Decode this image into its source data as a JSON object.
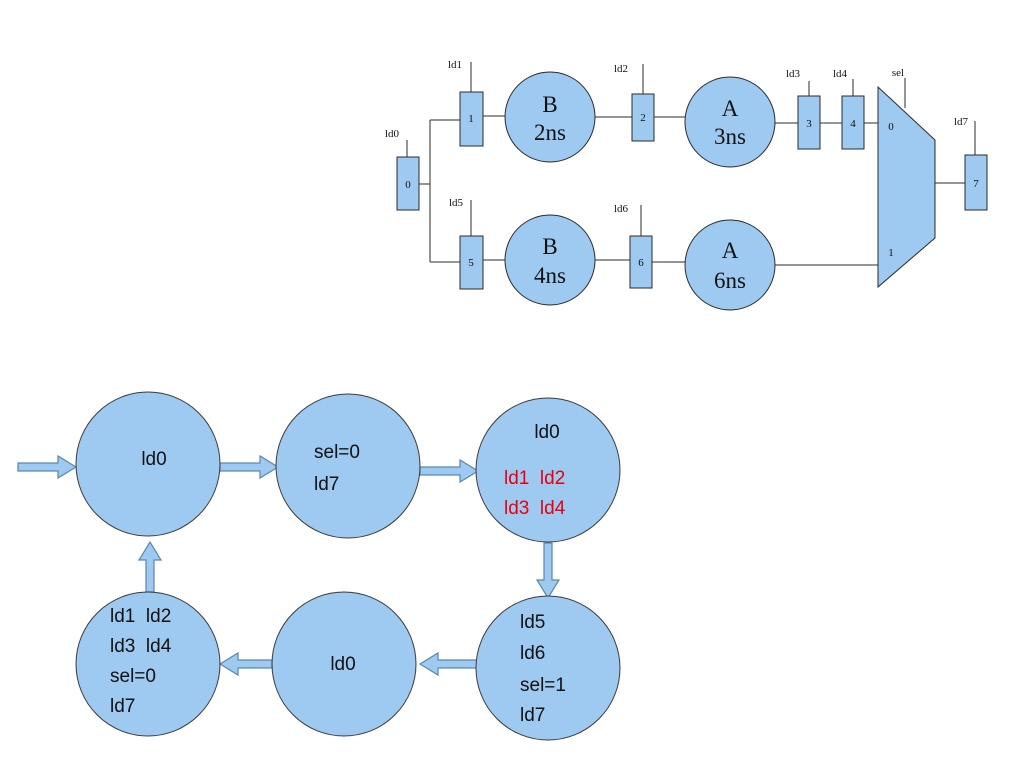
{
  "datapath": {
    "registers": [
      {
        "id": "0",
        "label": "0"
      },
      {
        "id": "1",
        "label": "1"
      },
      {
        "id": "2",
        "label": "2"
      },
      {
        "id": "3",
        "label": "3"
      },
      {
        "id": "4",
        "label": "4"
      },
      {
        "id": "5",
        "label": "5"
      },
      {
        "id": "6",
        "label": "6"
      },
      {
        "id": "7",
        "label": "7"
      }
    ],
    "load_signals": [
      "ld0",
      "ld1",
      "ld2",
      "ld3",
      "ld4",
      "ld5",
      "ld6",
      "ld7"
    ],
    "units": [
      {
        "name": "B",
        "delay": "2ns"
      },
      {
        "name": "A",
        "delay": "3ns"
      },
      {
        "name": "B",
        "delay": "4ns"
      },
      {
        "name": "A",
        "delay": "6ns"
      }
    ],
    "mux": {
      "select": "sel",
      "input0": "0",
      "input1": "1"
    }
  },
  "fsm": {
    "states": [
      {
        "lines": [
          "ld0"
        ]
      },
      {
        "lines": [
          "sel=0",
          "ld7"
        ]
      },
      {
        "lines": [
          "ld0"
        ],
        "highlight": [
          "ld1  ld2",
          "ld3  ld4"
        ]
      },
      {
        "lines": [
          "ld5",
          "ld6",
          "sel=1",
          "ld7"
        ]
      },
      {
        "lines": [
          "ld0"
        ]
      },
      {
        "lines": [
          "ld1  ld2",
          "ld3  ld4",
          "sel=0",
          "ld7"
        ]
      }
    ]
  },
  "colors": {
    "fill": "#9ec9f1",
    "stroke": "#2b2b2b",
    "highlight": "#e8000d"
  }
}
